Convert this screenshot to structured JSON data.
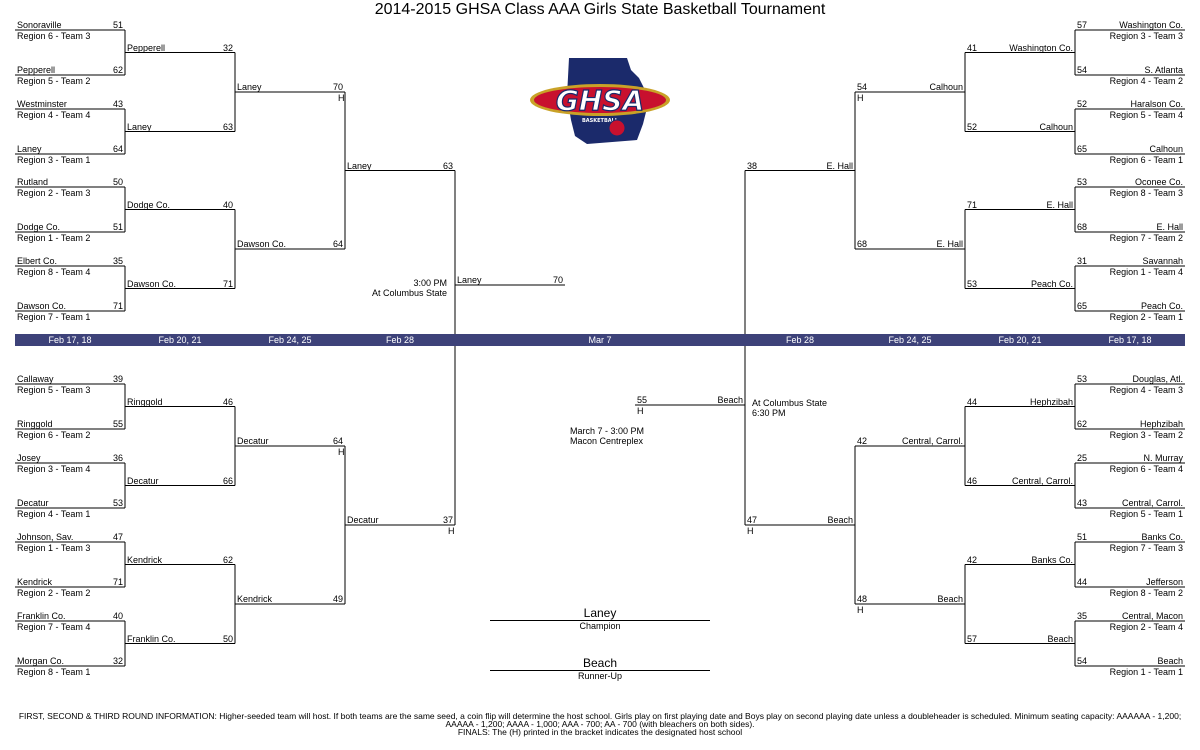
{
  "title": "2014-2015 GHSA Class AAA Girls State Basketball Tournament",
  "logo": {
    "text": "GHSA",
    "subtext": "BASKETBALL",
    "colors": {
      "navy": "#1b2a6b",
      "red": "#c8102e",
      "gold": "#c9a227",
      "gray": "#9aa0a6"
    }
  },
  "dates": [
    "Feb 17, 18",
    "Feb 20, 21",
    "Feb 24, 25",
    "Feb 28",
    "Mar 7",
    "Feb 28",
    "Feb 24, 25",
    "Feb 20, 21",
    "Feb 17, 18"
  ],
  "venues": {
    "semi_top_time": "3:00 PM",
    "semi_top_place": "At Columbus State",
    "semi_bot_place": "At Columbus State",
    "semi_bot_time": "6:30 PM",
    "final_time": "March 7 - 3:00 PM",
    "final_place": "Macon Centreplex"
  },
  "left_top": {
    "r1": [
      {
        "team": "Sonoraville",
        "seed": "Region 6 - Team 3",
        "score": "51"
      },
      {
        "team": "Pepperell",
        "seed": "Region 5 - Team 2",
        "score": "62"
      },
      {
        "team": "Westminster",
        "seed": "Region 4 - Team 4",
        "score": "43"
      },
      {
        "team": "Laney",
        "seed": "Region 3 - Team 1",
        "score": "64"
      },
      {
        "team": "Rutland",
        "seed": "Region 2 - Team 3",
        "score": "50"
      },
      {
        "team": "Dodge Co.",
        "seed": "Region 1 - Team 2",
        "score": "51"
      },
      {
        "team": "Elbert Co.",
        "seed": "Region 8 - Team 4",
        "score": "35"
      },
      {
        "team": "Dawson Co.",
        "seed": "Region 7 - Team 1",
        "score": "71"
      }
    ],
    "r2": [
      {
        "team": "Pepperell",
        "score": "32"
      },
      {
        "team": "Laney",
        "score": "63"
      },
      {
        "team": "Dodge Co.",
        "score": "40"
      },
      {
        "team": "Dawson Co.",
        "score": "71"
      }
    ],
    "r3": [
      {
        "team": "Laney",
        "score": "70",
        "host": "H"
      },
      {
        "team": "Dawson Co.",
        "score": "64",
        "host": ""
      }
    ],
    "r4": {
      "team": "Laney",
      "score": "63"
    }
  },
  "left_bot": {
    "r1": [
      {
        "team": "Callaway",
        "seed": "Region 5 - Team 3",
        "score": "39"
      },
      {
        "team": "Ringgold",
        "seed": "Region 6 - Team 2",
        "score": "55"
      },
      {
        "team": "Josey",
        "seed": "Region 3 - Team 4",
        "score": "36"
      },
      {
        "team": "Decatur",
        "seed": "Region 4 - Team 1",
        "score": "53"
      },
      {
        "team": "Johnson, Sav.",
        "seed": "Region 1 - Team 3",
        "score": "47"
      },
      {
        "team": "Kendrick",
        "seed": "Region 2 - Team 2",
        "score": "71"
      },
      {
        "team": "Franklin Co.",
        "seed": "Region 7 - Team 4",
        "score": "40"
      },
      {
        "team": "Morgan Co.",
        "seed": "Region 8 - Team 1",
        "score": "32"
      }
    ],
    "r2": [
      {
        "team": "Ringgold",
        "score": "46"
      },
      {
        "team": "Decatur",
        "score": "66"
      },
      {
        "team": "Kendrick",
        "score": "62"
      },
      {
        "team": "Franklin Co.",
        "score": "50"
      }
    ],
    "r3": [
      {
        "team": "Decatur",
        "score": "64",
        "host": "H"
      },
      {
        "team": "Kendrick",
        "score": "49",
        "host": ""
      }
    ],
    "r4": {
      "team": "Decatur",
      "score": "37",
      "host": "H"
    }
  },
  "right_top": {
    "r1": [
      {
        "team": "Washington Co.",
        "seed": "Region 3 - Team 3",
        "score": "57"
      },
      {
        "team": "S. Atlanta",
        "seed": "Region 4 - Team 2",
        "score": "54"
      },
      {
        "team": "Haralson Co.",
        "seed": "Region 5 - Team 4",
        "score": "52"
      },
      {
        "team": "Calhoun",
        "seed": "Region 6 - Team 1",
        "score": "65"
      },
      {
        "team": "Oconee Co.",
        "seed": "Region 8 - Team 3",
        "score": "53"
      },
      {
        "team": "E. Hall",
        "seed": "Region 7 - Team 2",
        "score": "68"
      },
      {
        "team": "Savannah",
        "seed": "Region 1 - Team 4",
        "score": "31"
      },
      {
        "team": "Peach Co.",
        "seed": "Region 2 - Team 1",
        "score": "65"
      }
    ],
    "r2": [
      {
        "team": "Washington Co.",
        "score": "41"
      },
      {
        "team": "Calhoun",
        "score": "52"
      },
      {
        "team": "E. Hall",
        "score": "71"
      },
      {
        "team": "Peach Co.",
        "score": "53"
      }
    ],
    "r3": [
      {
        "team": "Calhoun",
        "score": "54",
        "host": "H"
      },
      {
        "team": "E. Hall",
        "score": "68",
        "host": ""
      }
    ],
    "r4": {
      "team": "E. Hall",
      "score": "38"
    }
  },
  "right_bot": {
    "r1": [
      {
        "team": "Douglas, Atl.",
        "seed": "Region 4 - Team 3",
        "score": "53"
      },
      {
        "team": "Hephzibah",
        "seed": "Region 3 - Team 2",
        "score": "62"
      },
      {
        "team": "N. Murray",
        "seed": "Region 6 - Team 4",
        "score": "25"
      },
      {
        "team": "Central, Carrol.",
        "seed": "Region 5 - Team 1",
        "score": "43"
      },
      {
        "team": "Banks Co.",
        "seed": "Region 7 - Team 3",
        "score": "51"
      },
      {
        "team": "Jefferson",
        "seed": "Region 8 - Team 2",
        "score": "44"
      },
      {
        "team": "Central, Macon",
        "seed": "Region 2 - Team 4",
        "score": "35"
      },
      {
        "team": "Beach",
        "seed": "Region 1 - Team 1",
        "score": "54"
      }
    ],
    "r2": [
      {
        "team": "Hephzibah",
        "score": "44"
      },
      {
        "team": "Central, Carrol.",
        "score": "46"
      },
      {
        "team": "Banks Co.",
        "score": "42"
      },
      {
        "team": "Beach",
        "score": "57"
      }
    ],
    "r3": [
      {
        "team": "Central, Carrol.",
        "score": "42",
        "host": ""
      },
      {
        "team": "Beach",
        "score": "48",
        "host": "H"
      }
    ],
    "r4": {
      "team": "Beach",
      "score": "47",
      "host": "H"
    }
  },
  "final": {
    "top": {
      "team": "Laney",
      "score": "70"
    },
    "bottom": {
      "team": "Beach",
      "score": "55",
      "host": "H"
    }
  },
  "champion": {
    "name": "Laney",
    "label": "Champion"
  },
  "runner_up": {
    "name": "Beach",
    "label": "Runner-Up"
  },
  "footer": [
    "FIRST, SECOND & THIRD ROUND INFORMATION: Higher-seeded team will host. If both teams are the same seed, a coin flip will determine the host school.  Girls play on first playing date and Boys play on second playing date unless a doubleheader is scheduled.  Minimum seating capacity: AAAAAA - 1,200; AAAAA - 1,200; AAAA - 1,000; AAA - 700; AA - 700 (with bleachers on both sides).",
    "FINALS: The (H) printed in the bracket indicates the designated host school"
  ]
}
